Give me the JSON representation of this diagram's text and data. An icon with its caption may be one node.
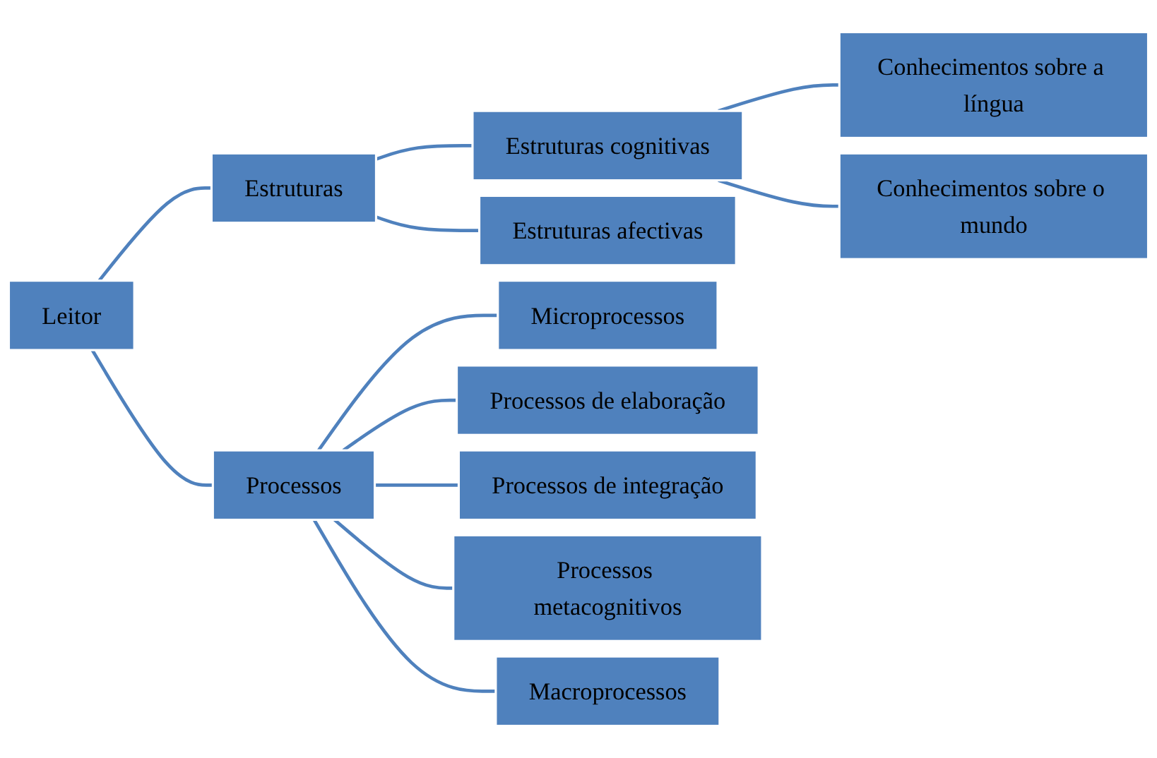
{
  "diagram": {
    "nodes": [
      {
        "text": [
          "Leitor"
        ]
      },
      {
        "text": [
          "Estruturas"
        ]
      },
      {
        "text": [
          "Estruturas cognitivas"
        ]
      },
      {
        "text": [
          "Conhecimentos sobre a língua"
        ]
      },
      {
        "text": [
          "Conhecimentos sobre o mundo"
        ]
      },
      {
        "text": [
          "Estruturas afectivas"
        ]
      },
      {
        "text": [
          "Processos"
        ]
      },
      {
        "text": [
          "Microprocessos"
        ]
      },
      {
        "text": [
          "Processos de elaboração"
        ]
      },
      {
        "text": [
          "Processos de integração"
        ]
      },
      {
        "text": [
          "Processos metacognitivos"
        ]
      },
      {
        "text": [
          "Macroprocessos"
        ]
      }
    ],
    "edges": [
      {
        "from": 0,
        "to": 1,
        "arrow": "none"
      },
      {
        "from": 0,
        "to": 6,
        "arrow": "none"
      },
      {
        "from": 1,
        "to": 2,
        "arrow": "none"
      },
      {
        "from": 1,
        "to": 5,
        "arrow": "none"
      },
      {
        "from": 2,
        "to": 3,
        "arrow": "none"
      },
      {
        "from": 2,
        "to": 4,
        "arrow": "none"
      },
      {
        "from": 6,
        "to": 7,
        "arrow": "none"
      },
      {
        "from": 6,
        "to": 8,
        "arrow": "none"
      },
      {
        "from": 6,
        "to": 9,
        "arrow": "none"
      },
      {
        "from": 6,
        "to": 10,
        "arrow": "none"
      },
      {
        "from": 6,
        "to": 11,
        "arrow": "none"
      }
    ]
  }
}
